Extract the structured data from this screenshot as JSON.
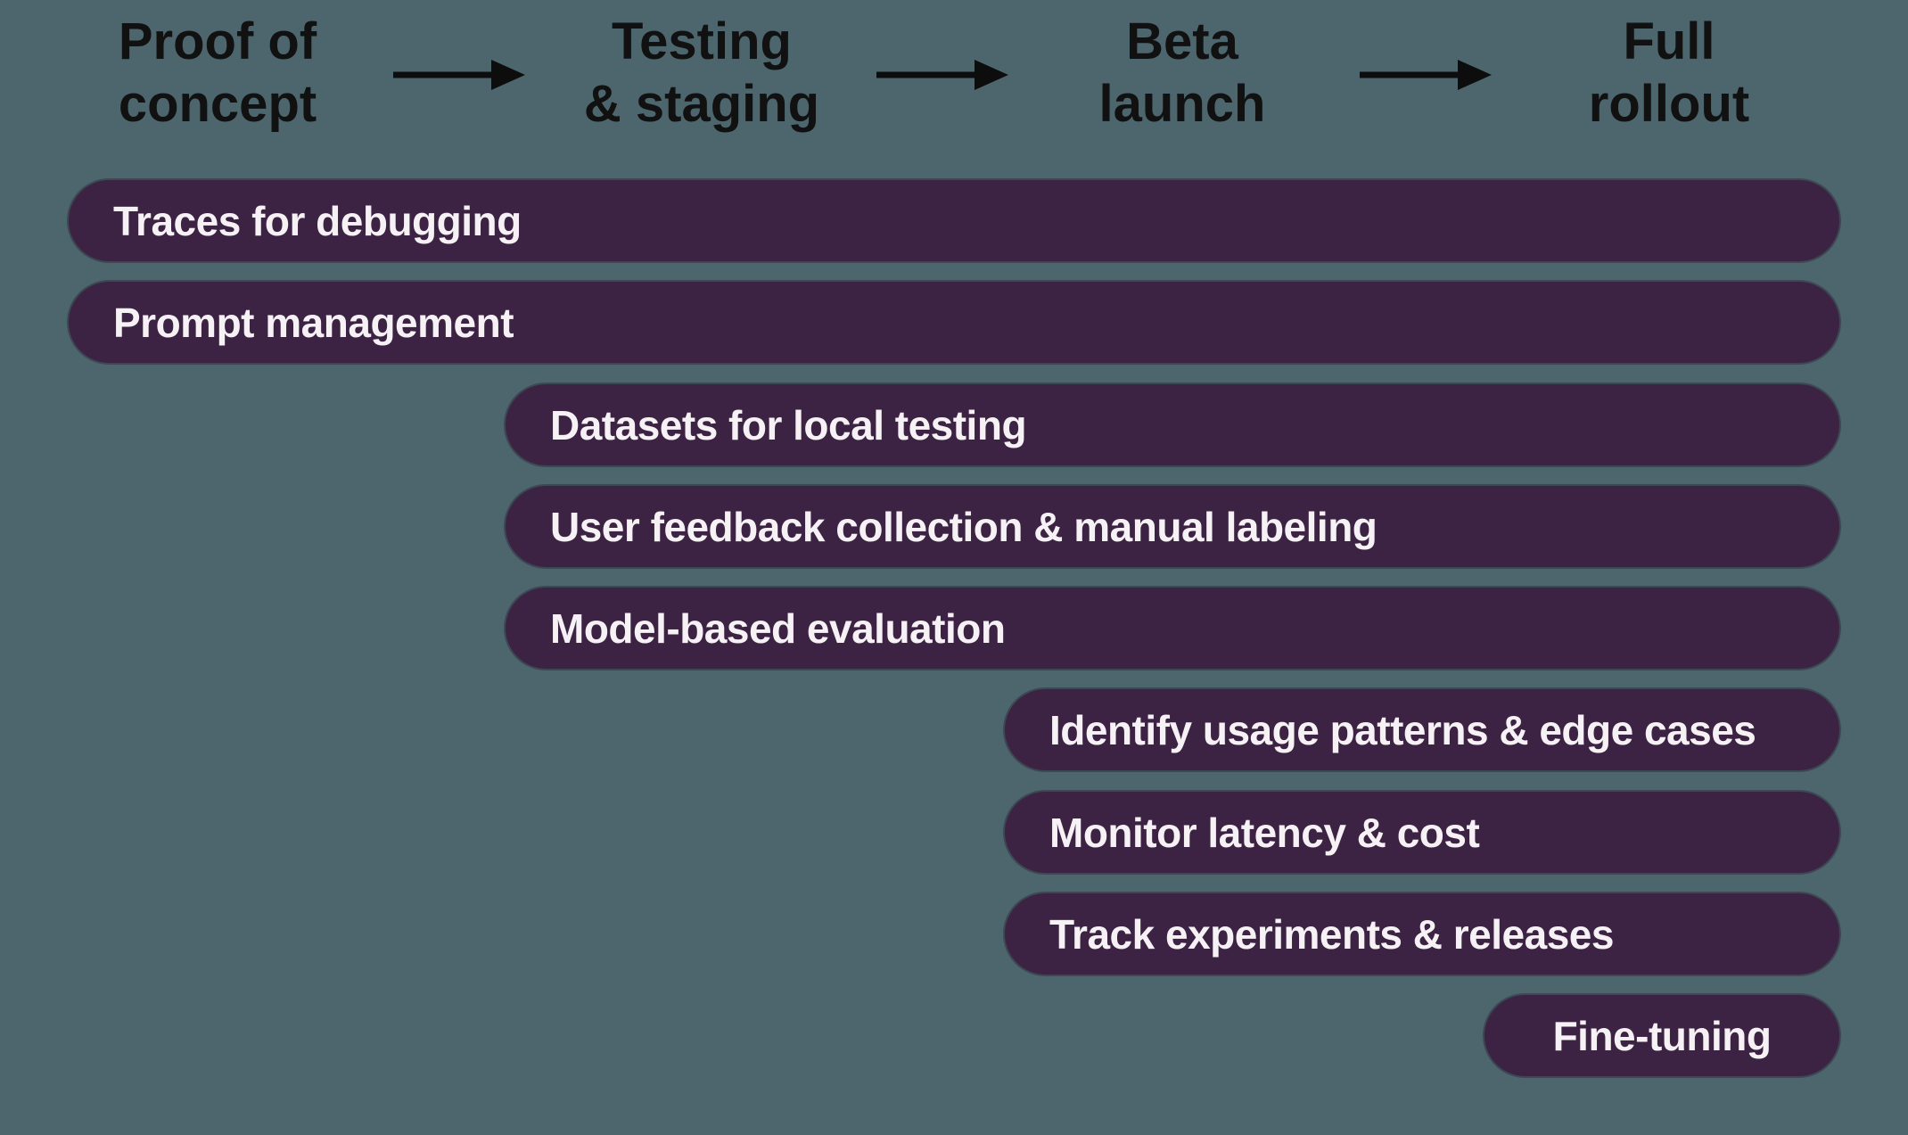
{
  "colors": {
    "bg": "#4D666D",
    "bar": "#3D2343",
    "barText": "#F5F1F4",
    "heading": "#111111"
  },
  "stages": [
    {
      "id": "proof-of-concept",
      "label": "Proof of\nconcept"
    },
    {
      "id": "testing-staging",
      "label": "Testing\n& staging"
    },
    {
      "id": "beta-launch",
      "label": "Beta\nlaunch"
    },
    {
      "id": "full-rollout",
      "label": "Full\nrollout"
    }
  ],
  "bars": [
    {
      "label": "Traces for debugging",
      "start_stage": "Proof of concept",
      "end_stage": "Full rollout"
    },
    {
      "label": "Prompt management",
      "start_stage": "Proof of concept",
      "end_stage": "Full rollout"
    },
    {
      "label": "Datasets for local testing",
      "start_stage": "Testing & staging",
      "end_stage": "Full rollout"
    },
    {
      "label": "User feedback collection & manual labeling",
      "start_stage": "Testing & staging",
      "end_stage": "Full rollout"
    },
    {
      "label": "Model-based evaluation",
      "start_stage": "Testing & staging",
      "end_stage": "Full rollout"
    },
    {
      "label": "Identify usage patterns & edge cases",
      "start_stage": "Beta launch",
      "end_stage": "Full rollout"
    },
    {
      "label": "Monitor latency & cost",
      "start_stage": "Beta launch",
      "end_stage": "Full rollout"
    },
    {
      "label": "Track experiments & releases",
      "start_stage": "Beta launch",
      "end_stage": "Full rollout"
    },
    {
      "label": "Fine-tuning",
      "start_stage": "Full rollout",
      "end_stage": "Full rollout"
    }
  ]
}
